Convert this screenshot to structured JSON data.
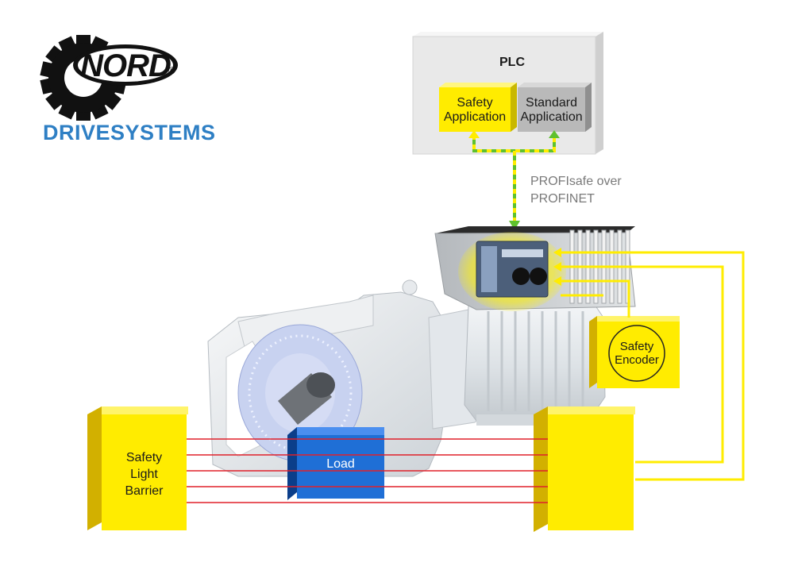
{
  "logo": {
    "wordmark": "NORD",
    "registered": "®",
    "subtitle": "DRIVESYSTEMS",
    "brand_color": "#2e7fc4"
  },
  "plc": {
    "title": "PLC",
    "safety_app_line1": "Safety",
    "safety_app_line2": "Application",
    "standard_app_line1": "Standard",
    "standard_app_line2": "Application"
  },
  "network": {
    "line1": "PROFIsafe over",
    "line2": "PROFINET"
  },
  "encoder": {
    "line1": "Safety",
    "line2": "Encoder"
  },
  "barrier": {
    "line1": "Safety",
    "line2": "Light",
    "line3": "Barrier"
  },
  "load": {
    "label": "Load"
  },
  "colors": {
    "safety_yellow": "#ffec00",
    "link_green": "#5fc12e",
    "beam_red": "#e0202a",
    "load_blue": "#1f6fd6",
    "plc_gray": "#e9e9e9"
  }
}
